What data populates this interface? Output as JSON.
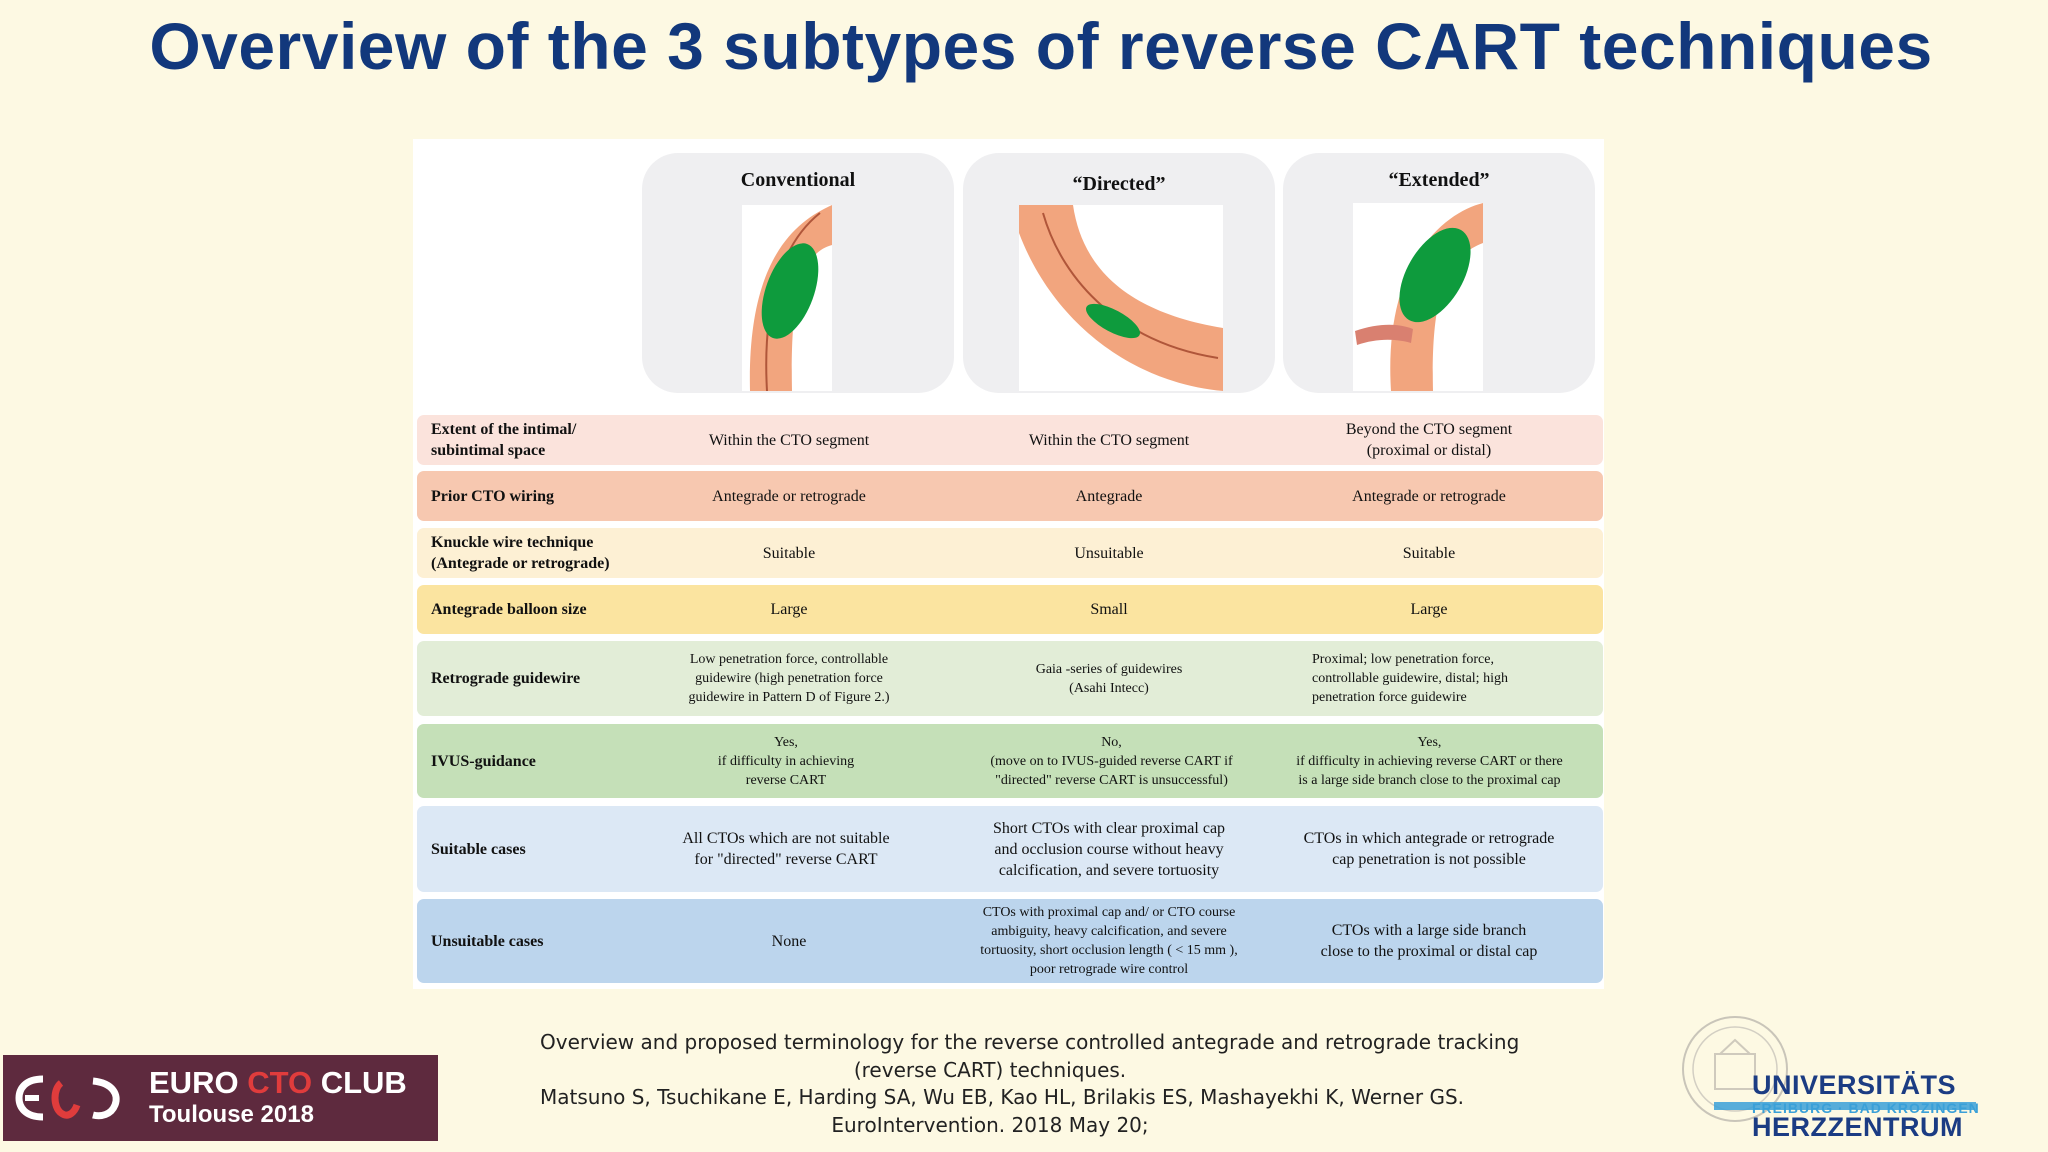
{
  "title": "Overview of the 3 subtypes of reverse CART techniques",
  "columns": [
    "Conventional",
    "“Directed”",
    "“Extended”"
  ],
  "rows": [
    {
      "header": "Extent of the intimal/\nsubintimal space",
      "cells": [
        "Within the CTO segment",
        "Within the CTO segment",
        "Beyond the CTO segment\n(proximal or distal)"
      ],
      "color": "#fbe3dc"
    },
    {
      "header": "Prior CTO wiring",
      "cells": [
        "Antegrade or retrograde",
        "Antegrade",
        "Antegrade or retrograde"
      ],
      "color": "#f7c8b0"
    },
    {
      "header": "Knuckle wire technique\n(Antegrade or retrograde)",
      "cells": [
        "Suitable",
        "Unsuitable",
        "Suitable"
      ],
      "color": "#fdf0d4"
    },
    {
      "header": "Antegrade balloon size",
      "cells": [
        "Large",
        "Small",
        "Large"
      ],
      "color": "#fbe4a0"
    },
    {
      "header": "Retrograde guidewire",
      "cells": [
        "Low penetration force, controllable\nguidewire (high penetration force\nguidewire in Pattern D of Figure 2.)",
        "Gaia -series of guidewires\n(Asahi Intecc)",
        "Proximal; low penetration force,\ncontrollable guidewire, distal; high\npenetration force guidewire"
      ],
      "color": "#e2edd7"
    },
    {
      "header": "IVUS-guidance",
      "cells": [
        "Yes,\nif difficulty in achieving\nreverse CART",
        "No,\n(move on to IVUS-guided reverse CART if\n\"directed\" reverse CART is unsuccessful)",
        "Yes,\nif difficulty in achieving reverse CART or there\nis a large side branch close to the proximal cap"
      ],
      "color": "#c5e0b8"
    },
    {
      "header": "Suitable cases",
      "cells": [
        "All CTOs which are not suitable\nfor \"directed\" reverse CART",
        "Short CTOs with clear proximal cap\nand occlusion course without heavy\ncalcification, and severe tortuosity",
        "CTOs in which antegrade or retrograde\ncap penetration is not possible"
      ],
      "color": "#dce8f5"
    },
    {
      "header": "Unsuitable cases",
      "cells": [
        "None",
        "CTOs with proximal cap and/ or CTO course\nambiguity, heavy calcification, and severe\ntortuosity, short occlusion length ( < 15 mm ),\npoor retrograde wire control",
        "CTOs with a large side branch\nclose to the proximal or distal cap"
      ],
      "color": "#bcd5ed"
    }
  ],
  "caption": [
    "Overview and proposed terminology for the reverse controlled antegrade and retrograde tracking",
    "(reverse CART) techniques.",
    "Matsuno S, Tsuchikane E, Harding SA, Wu EB, Kao HL, Brilakis ES, Mashayekhi K, Werner GS.",
    "EuroIntervention. 2018 May 20;"
  ],
  "club_logo": {
    "word1": "EURO",
    "word2": "CTO",
    "word3": "CLUB",
    "subtitle": "Toulouse 2018"
  },
  "university_logo": {
    "line1": "UNIVERSITÄTS",
    "line2": "FREIBURG · BAD KROZINGEN",
    "line3": "HERZZENTRUM"
  }
}
